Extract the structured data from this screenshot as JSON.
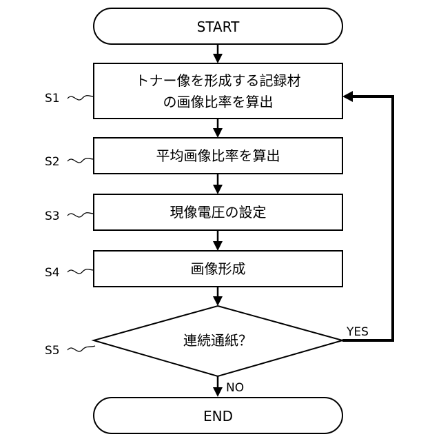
{
  "flowchart": {
    "start": "START",
    "end": "END",
    "steps": [
      {
        "id": "S1",
        "lines": [
          "トナー像を形成する記録材",
          "の画像比率を算出"
        ]
      },
      {
        "id": "S2",
        "lines": [
          "平均画像比率を算出"
        ]
      },
      {
        "id": "S3",
        "lines": [
          "現像電圧の設定"
        ]
      },
      {
        "id": "S4",
        "lines": [
          "画像形成"
        ]
      }
    ],
    "decision": {
      "id": "S5",
      "text": "連続通紙？",
      "yes_label": "YES",
      "no_label": "NO"
    }
  }
}
